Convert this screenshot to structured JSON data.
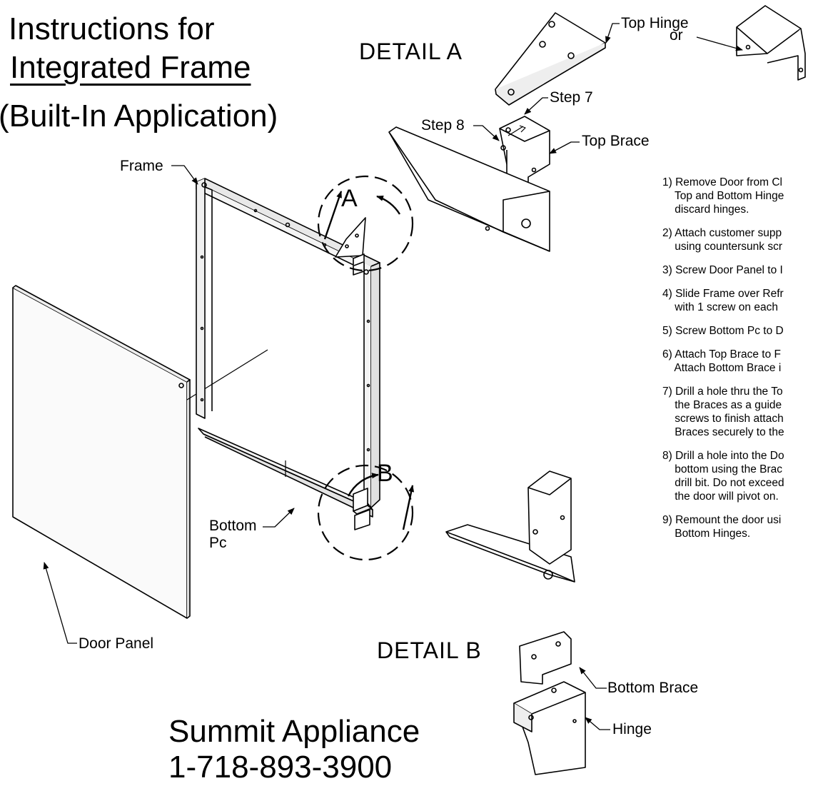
{
  "title": {
    "line1": "Instructions for",
    "line2": "Integrated Frame",
    "line3": "(Built-In Application)"
  },
  "details": {
    "a_label": "DETAIL  A",
    "b_label": "DETAIL  B",
    "a_marker": "A",
    "b_marker": "B"
  },
  "labels": {
    "frame": "Frame",
    "door_panel": "Door Panel",
    "bottom_pc_line1": "Bottom",
    "bottom_pc_line2": "Pc",
    "top_hinge": "Top Hinge",
    "or": "or",
    "step7": "Step 7",
    "step8": "Step 8",
    "top_brace": "Top Brace",
    "bottom_brace": "Bottom Brace",
    "hinge": "Hinge"
  },
  "steps": [
    "1) Remove Door from Cl\n    Top and Bottom Hinge\n    discard hinges.",
    "2) Attach customer supp\n    using countersunk scr",
    "3) Screw Door Panel to I",
    "4) Slide Frame over Refr\n    with 1 screw on each",
    "5) Screw Bottom Pc to D",
    "6) Attach Top Brace to F\n    Attach Bottom Brace i",
    "7) Drill a hole thru the To\n    the Braces as a guide\n    screws to finish attach\n    Braces securely to the",
    "8) Drill a hole into the Do\n    bottom using the Brac\n    drill bit. Do not exceed\n    the door will pivot on.",
    "9) Remount the door usi\n    Bottom Hinges."
  ],
  "footer": {
    "company": "Summit Appliance",
    "phone": "1-718-893-3900"
  }
}
